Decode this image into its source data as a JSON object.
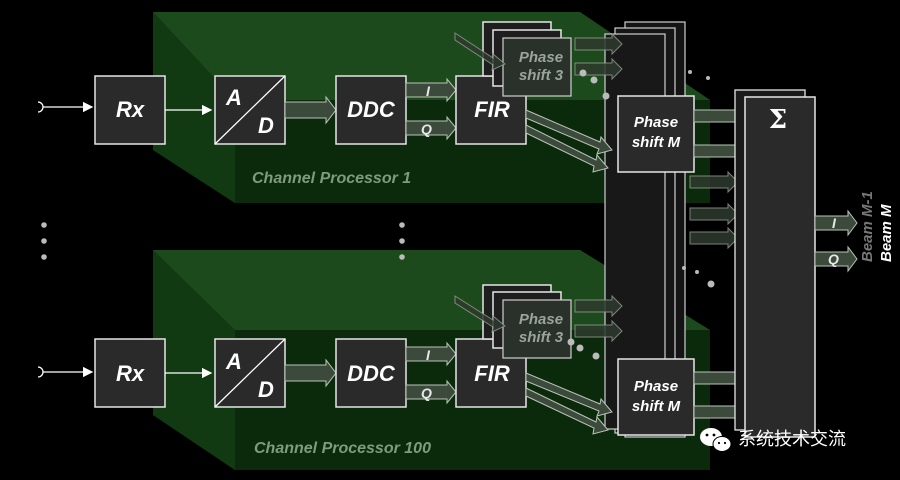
{
  "blocks": {
    "rx": "Rx",
    "adc_top": "A",
    "adc_bottom": "D",
    "ddc": "DDC",
    "fir": "FIR",
    "phase_line1": "Phase",
    "phase_m_line2": "shift M",
    "phase_3_line2": "shift 3",
    "sum": "Σ"
  },
  "signals": {
    "i": "I",
    "q": "Q"
  },
  "processors": [
    "Channel Processor 1",
    "Channel Processor 100"
  ],
  "beams": {
    "beam_m": "Beam M",
    "beam_m_minus_1": "Beam M-1"
  },
  "watermark": "系统技术交流"
}
